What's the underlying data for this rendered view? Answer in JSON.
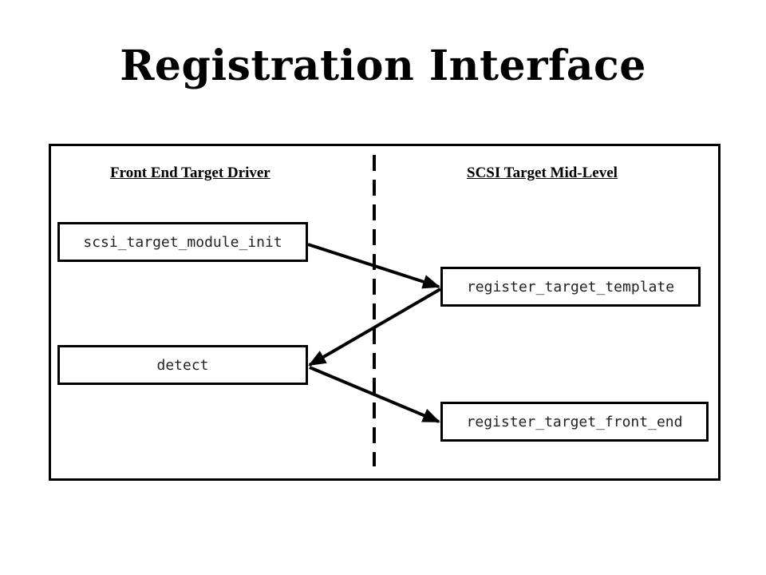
{
  "title": "Registration Interface",
  "columns": {
    "left_heading": "Front End Target Driver",
    "right_heading": "SCSI Target Mid-Level"
  },
  "functions": {
    "scsi_target_module_init": "scsi_target_module_init",
    "detect": "detect",
    "register_target_template": "register_target_template",
    "register_target_front_end": "register_target_front_end"
  },
  "flow": [
    {
      "from": "scsi_target_module_init",
      "to": "register_target_template"
    },
    {
      "from": "register_target_template",
      "to": "detect"
    },
    {
      "from": "detect",
      "to": "register_target_front_end"
    }
  ]
}
